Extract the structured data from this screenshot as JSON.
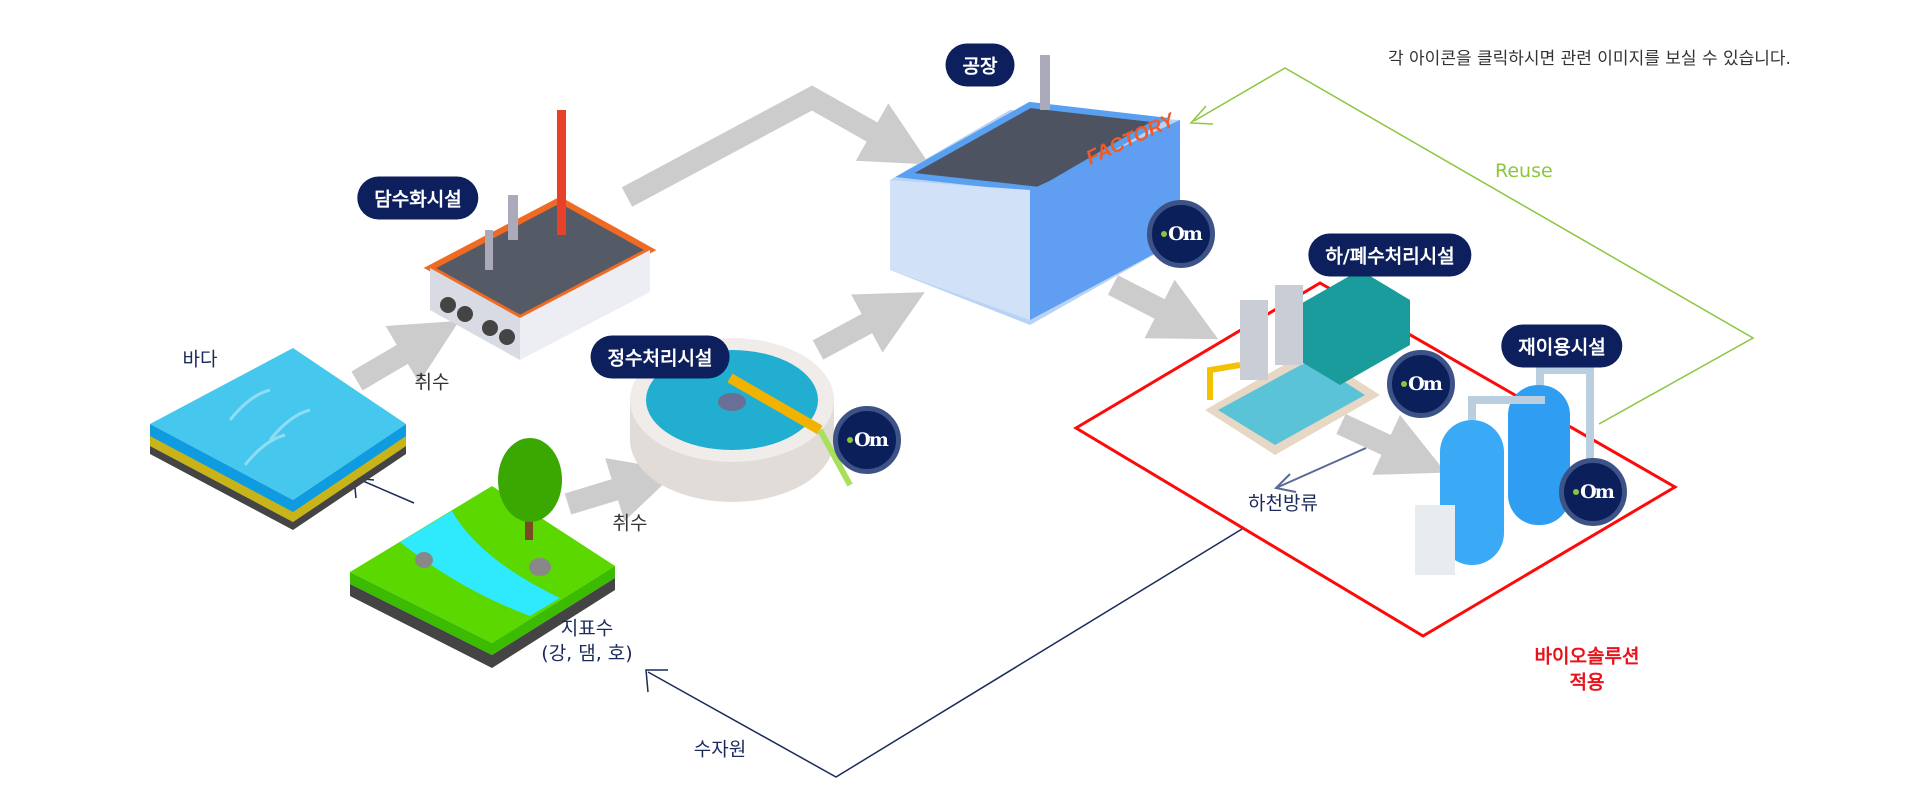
{
  "notice": "각 아이콘을 클릭하시면 관련 이미지를 보실 수 있습니다.",
  "facilities": {
    "factory": "공장",
    "desalination": "담수화시설",
    "water_treatment": "정수처리시설",
    "wastewater": "하/폐수처리시설",
    "reuse_facility": "재이용시설"
  },
  "labels": {
    "sea": "바다",
    "intake_1": "취수",
    "intake_2": "취수",
    "surface_water": "지표수",
    "surface_water_sub": "(강, 댐, 호)",
    "water_resource": "수자원",
    "river_discharge": "하천방류",
    "reuse": "Reuse",
    "bio_solution_line1": "바이오솔루션",
    "bio_solution_line2": "적용",
    "factory_sign": "FACTORY"
  },
  "badge_logo": "Om",
  "colors": {
    "navy": "#0d1f5c",
    "reuse_green": "#8cc63f",
    "bio_red": "#e8141b",
    "arrow_gray": "#cccccc"
  }
}
